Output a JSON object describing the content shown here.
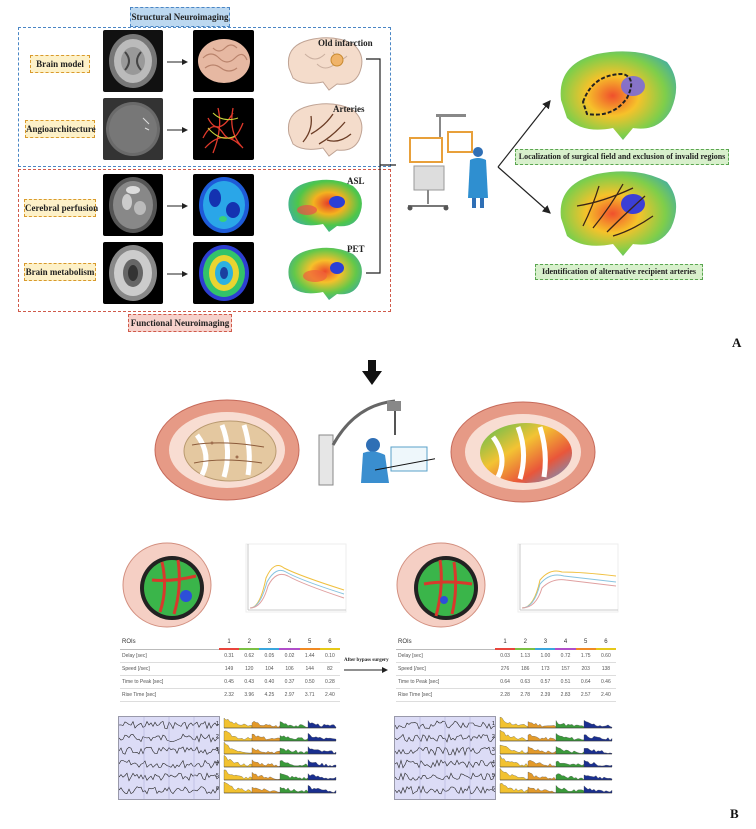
{
  "panel_a": {
    "structural_title": "Structural Neuroimaging",
    "functional_title": "Functional Neuroimaging",
    "rows": [
      {
        "label": "Brain model",
        "overlay": "Old infarction"
      },
      {
        "label": "Angioarchitecture",
        "overlay": "Arteries"
      },
      {
        "label": "Cerebral perfusion",
        "overlay": "ASL"
      },
      {
        "label": "Brain metabolism",
        "overlay": "PET"
      }
    ],
    "outcome_1": "Localization of surgical field and exclusion of invalid regions",
    "outcome_2": "Identification of alternative recipient arteries",
    "panel_label": "A"
  },
  "panel_b": {
    "panel_label": "B",
    "arrow_note": "After bypass surgery",
    "roi_headers": [
      "ROIs",
      "1",
      "2",
      "3",
      "4",
      "5",
      "6"
    ],
    "roi_colors": [
      "#e8453c",
      "#7bc043",
      "#3aa6dd",
      "#b04ec9",
      "#f08a24",
      "#e6c819"
    ],
    "before_rows": [
      {
        "name": "Delay [sec]",
        "values": [
          "0.31",
          "0.62",
          "0.05",
          "0.02",
          "1.44",
          "0.10"
        ]
      },
      {
        "name": "Speed [/sec]",
        "values": [
          "149",
          "120",
          "104",
          "106",
          "144",
          "82"
        ]
      },
      {
        "name": "Time to Peak [sec]",
        "values": [
          "0.45",
          "0.43",
          "0.40",
          "0.37",
          "0.50",
          "0.28"
        ]
      },
      {
        "name": "Rise Time [sec]",
        "values": [
          "2.32",
          "3.96",
          "4.25",
          "2.97",
          "3.71",
          "2.40"
        ]
      }
    ],
    "after_rows": [
      {
        "name": "Delay [sec]",
        "values": [
          "0.03",
          "1.13",
          "1.00",
          "0.72",
          "1.75",
          "0.60"
        ]
      },
      {
        "name": "Speed [/sec]",
        "values": [
          "276",
          "186",
          "173",
          "157",
          "203",
          "138"
        ]
      },
      {
        "name": "Time to Peak [sec]",
        "values": [
          "0.64",
          "0.63",
          "0.57",
          "0.51",
          "0.64",
          "0.46"
        ]
      },
      {
        "name": "Rise Time [sec]",
        "values": [
          "2.28",
          "2.78",
          "2.39",
          "2.83",
          "2.57",
          "2.40"
        ]
      }
    ],
    "channel_numbers": [
      "1",
      "2",
      "3",
      "4",
      "5",
      "6"
    ]
  }
}
